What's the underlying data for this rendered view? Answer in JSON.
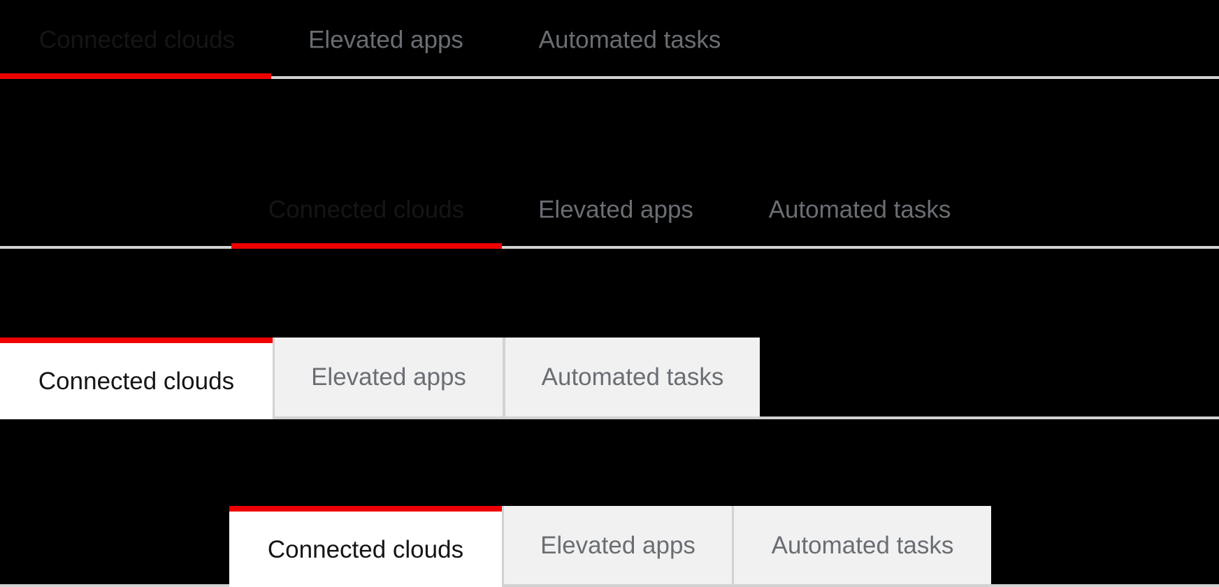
{
  "colors": {
    "background": "#000000",
    "accent_red": "#ee0000",
    "active_text": "#151515",
    "inactive_text": "#6a6e73",
    "box_fill": "#f1f1f1",
    "active_box_fill": "#ffffff",
    "divider": "#d2d2d2"
  },
  "groups": [
    {
      "name": "inline-tabs-default",
      "variant": "inline",
      "active_tab": "Connected clouds",
      "tabs": [
        {
          "label": "Connected clouds",
          "state": "active"
        },
        {
          "label": "Elevated apps",
          "state": "inactive"
        },
        {
          "label": "Automated tasks",
          "state": "inactive"
        }
      ]
    },
    {
      "name": "inline-tabs-inset",
      "variant": "inline",
      "active_tab": "Connected clouds",
      "tabs": [
        {
          "label": "Connected clouds",
          "state": "active"
        },
        {
          "label": "Elevated apps",
          "state": "inactive"
        },
        {
          "label": "Automated tasks",
          "state": "inactive"
        }
      ]
    },
    {
      "name": "box-tabs-default",
      "variant": "box",
      "active_tab": "Connected clouds",
      "tabs": [
        {
          "label": "Connected clouds",
          "state": "active"
        },
        {
          "label": "Elevated apps",
          "state": "inactive"
        },
        {
          "label": "Automated tasks",
          "state": "inactive"
        }
      ]
    },
    {
      "name": "box-tabs-inset",
      "variant": "box",
      "active_tab": "Connected clouds",
      "tabs": [
        {
          "label": "Connected clouds",
          "state": "active"
        },
        {
          "label": "Elevated apps",
          "state": "inactive"
        },
        {
          "label": "Automated tasks",
          "state": "inactive"
        }
      ]
    }
  ]
}
